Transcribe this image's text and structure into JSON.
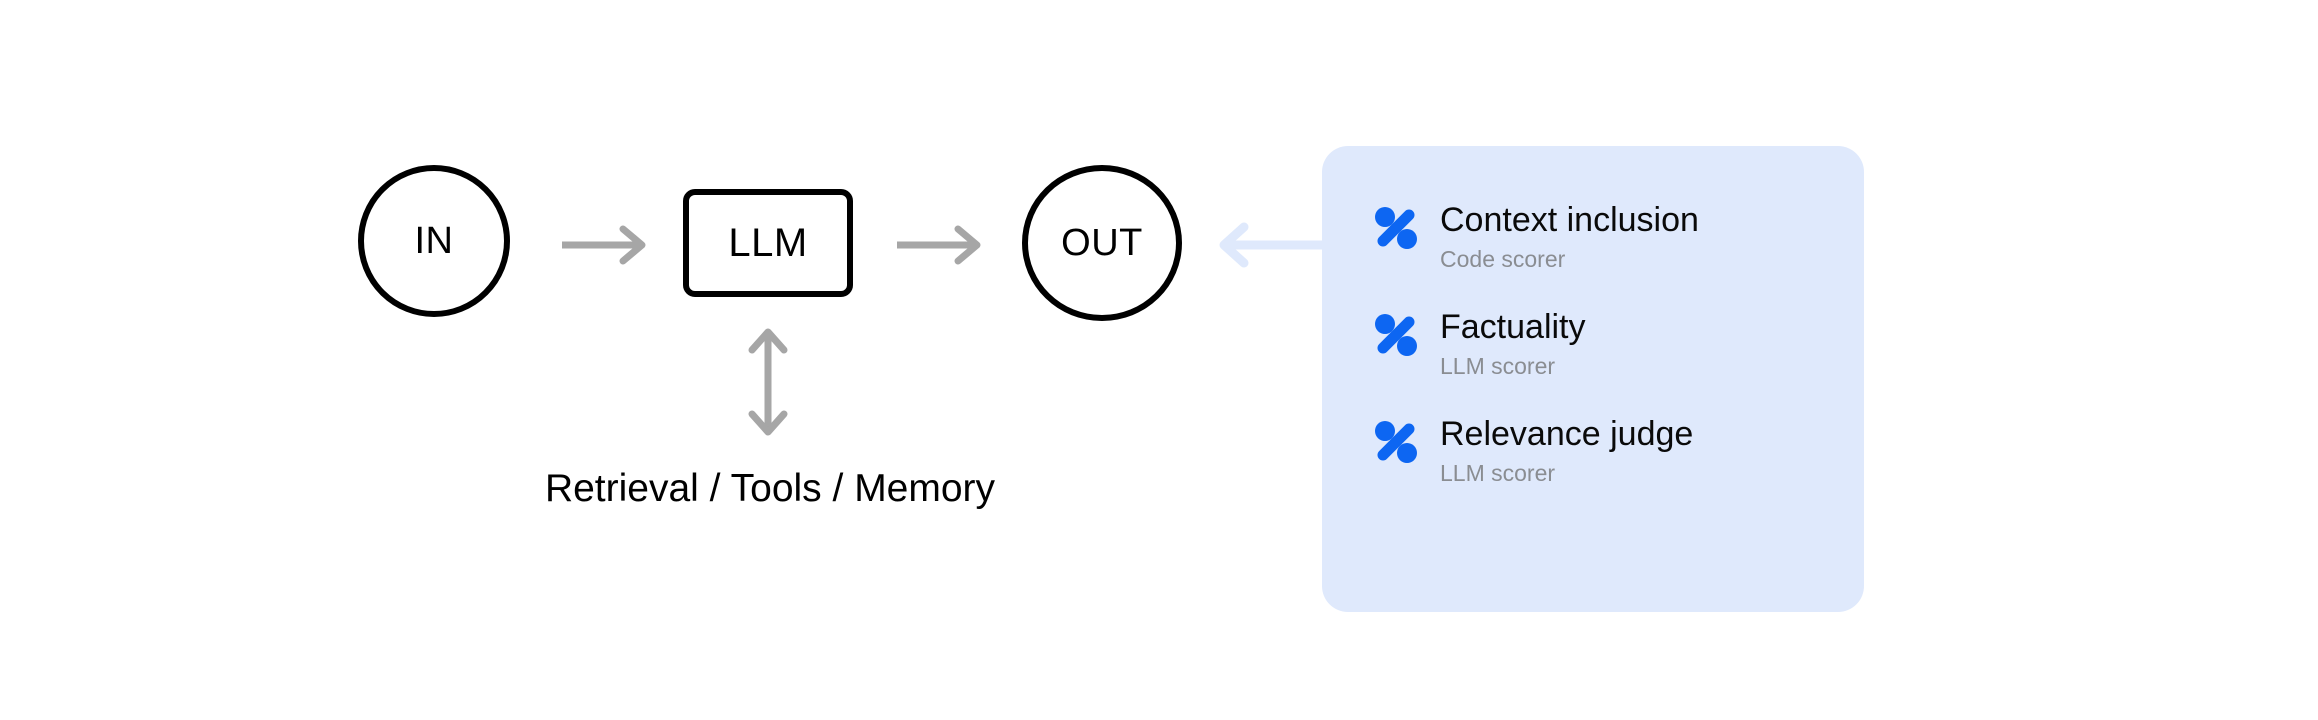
{
  "pipeline": {
    "input_node": {
      "label": "IN",
      "icon": "circle-node-icon"
    },
    "model_node": {
      "label": "LLM",
      "icon": "rounded-rect-node-icon"
    },
    "output_node": {
      "label": "OUT",
      "icon": "circle-node-icon"
    },
    "tools_caption": "Retrieval / Tools / Memory",
    "arrows": {
      "in_to_llm": "arrow-right-icon",
      "llm_to_out": "arrow-right-icon",
      "llm_to_tools": "arrow-up-down-icon",
      "card_to_out": "arrow-left-icon"
    }
  },
  "scorer_card": {
    "items": [
      {
        "icon": "percent-scorer-icon",
        "title": "Context inclusion",
        "subtitle": "Code scorer"
      },
      {
        "icon": "percent-scorer-icon",
        "title": "Factuality",
        "subtitle": "LLM scorer"
      },
      {
        "icon": "percent-scorer-icon",
        "title": "Relevance judge",
        "subtitle": "LLM scorer"
      }
    ]
  },
  "colors": {
    "card_background": "#dfe9fc",
    "icon_blue": "#0d66f2",
    "arrow_gray": "#a6a6a6",
    "arrow_light_blue": "#dfe9fc",
    "node_stroke": "#000000",
    "subtitle_gray": "#8a8d92"
  }
}
